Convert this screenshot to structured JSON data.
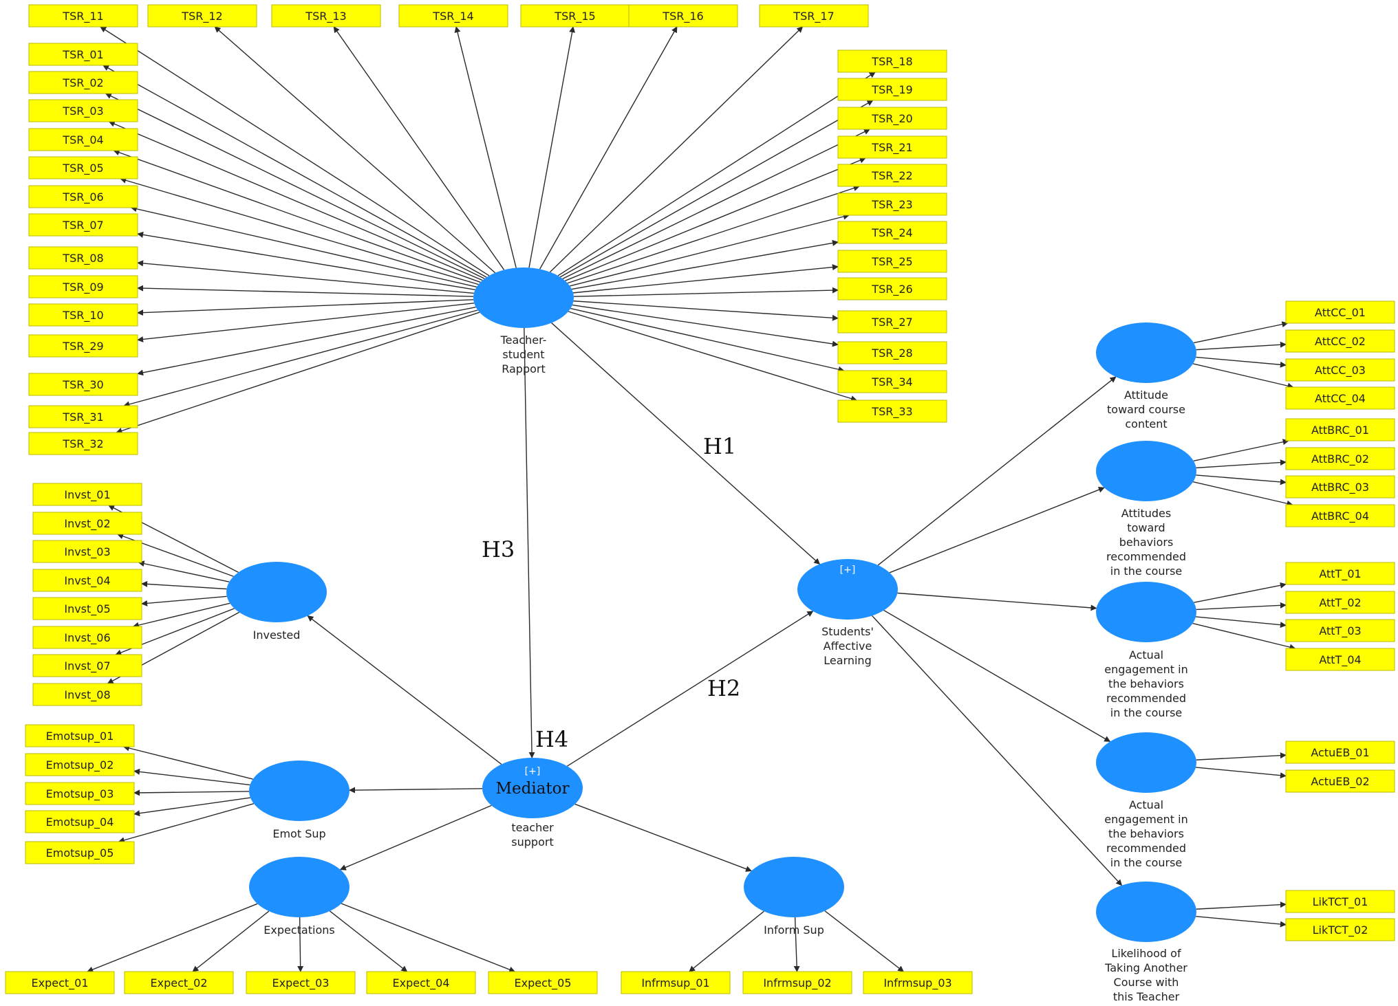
{
  "colors": {
    "latent": "#1E90FF",
    "indicator": "#FFFF00",
    "indicator_border": "#B8B800",
    "line": "#2a2a2a"
  },
  "latent_variables": [
    {
      "id": "tsr",
      "label_lines": [
        "Teacher-",
        "student",
        "Rapport"
      ]
    },
    {
      "id": "sal",
      "label_lines": [
        "Students'",
        "Affective",
        "Learning"
      ],
      "badge": "[+]"
    },
    {
      "id": "med",
      "label_lines": [
        "teacher",
        "support"
      ],
      "badge": "[+]",
      "inner_text": "Mediator"
    },
    {
      "id": "inv",
      "label_lines": [
        "Invested"
      ]
    },
    {
      "id": "emo",
      "label_lines": [
        "Emot Sup"
      ]
    },
    {
      "id": "exp",
      "label_lines": [
        "Expectations"
      ]
    },
    {
      "id": "inf",
      "label_lines": [
        "Inform Sup"
      ]
    },
    {
      "id": "attcc",
      "label_lines": [
        "Attitude",
        "toward course",
        "content"
      ]
    },
    {
      "id": "attbrc",
      "label_lines": [
        "Attitudes",
        "toward",
        "behaviors",
        "recommended",
        "in the course"
      ]
    },
    {
      "id": "attt",
      "label_lines": [
        "Actual",
        "engagement in",
        "the behaviors",
        "recommended",
        "in the course"
      ]
    },
    {
      "id": "actueb",
      "label_lines": [
        "Actual",
        "engagement in",
        "the behaviors",
        "recommended",
        "in the course"
      ]
    },
    {
      "id": "liktct",
      "label_lines": [
        "Likelihood of",
        "Taking Another",
        "Course with",
        "this Teacher"
      ]
    }
  ],
  "indicators": {
    "tsr": [
      "TSR_11",
      "TSR_12",
      "TSR_13",
      "TSR_14",
      "TSR_15",
      "TSR_16",
      "TSR_17",
      "TSR_01",
      "TSR_02",
      "TSR_03",
      "TSR_04",
      "TSR_05",
      "TSR_06",
      "TSR_07",
      "TSR_08",
      "TSR_09",
      "TSR_10",
      "TSR_29",
      "TSR_30",
      "TSR_31",
      "TSR_32",
      "TSR_18",
      "TSR_19",
      "TSR_20",
      "TSR_21",
      "TSR_22",
      "TSR_23",
      "TSR_24",
      "TSR_25",
      "TSR_26",
      "TSR_27",
      "TSR_28",
      "TSR_34",
      "TSR_33"
    ],
    "inv": [
      "Invst_01",
      "Invst_02",
      "Invst_03",
      "Invst_04",
      "Invst_05",
      "Invst_06",
      "Invst_07",
      "Invst_08"
    ],
    "emo": [
      "Emotsup_01",
      "Emotsup_02",
      "Emotsup_03",
      "Emotsup_04",
      "Emotsup_05"
    ],
    "exp": [
      "Expect_01",
      "Expect_02",
      "Expect_03",
      "Expect_04",
      "Expect_05"
    ],
    "inf": [
      "Infrmsup_01",
      "Infrmsup_02",
      "Infrmsup_03"
    ],
    "attcc": [
      "AttCC_01",
      "AttCC_02",
      "AttCC_03",
      "AttCC_04"
    ],
    "attbrc": [
      "AttBRC_01",
      "AttBRC_02",
      "AttBRC_03",
      "AttBRC_04"
    ],
    "attt": [
      "AttT_01",
      "AttT_02",
      "AttT_03",
      "AttT_04"
    ],
    "actueb": [
      "ActuEB_01",
      "ActuEB_02"
    ],
    "liktct": [
      "LikTCT_01",
      "LikTCT_02"
    ]
  },
  "hypotheses": [
    "H1",
    "H2",
    "H3",
    "H4"
  ],
  "structural_paths": [
    {
      "from": "tsr",
      "to": "sal"
    },
    {
      "from": "med",
      "to": "sal"
    },
    {
      "from": "tsr",
      "to": "med"
    },
    {
      "from": "med",
      "to": "inv"
    },
    {
      "from": "med",
      "to": "emo"
    },
    {
      "from": "med",
      "to": "exp"
    },
    {
      "from": "med",
      "to": "inf"
    },
    {
      "from": "sal",
      "to": "attcc"
    },
    {
      "from": "sal",
      "to": "attbrc"
    },
    {
      "from": "sal",
      "to": "attt"
    },
    {
      "from": "sal",
      "to": "actueb"
    },
    {
      "from": "sal",
      "to": "liktct"
    }
  ]
}
